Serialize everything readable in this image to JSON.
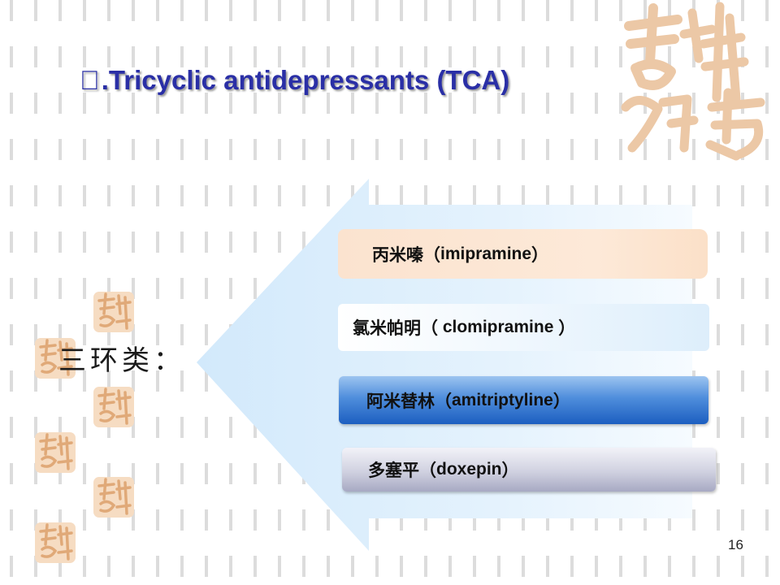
{
  "slide": {
    "title_marker": "",
    "title": ".Tricyclic antidepressants (TCA)",
    "category_label": "三环类：",
    "page_number": "16"
  },
  "drugs": [
    {
      "cn": "丙米嗪（",
      "en": "imipramine",
      "close": "）"
    },
    {
      "cn": "氯米帕明（",
      "en": " clomipramine ",
      "close": "）"
    },
    {
      "cn": "阿米替林（",
      "en": "amitriptyline",
      "close": "）"
    },
    {
      "cn": "多塞平（",
      "en": "doxepin",
      "close": "）"
    }
  ],
  "colors": {
    "title": "#2a2fa6",
    "arrow": "#dceefb",
    "seal": "#e9b98e",
    "dash": "#d9d9d9"
  },
  "icons": {
    "seal": "auspicious-seal-icon",
    "calligraphy": "calligraphy-watermark-icon"
  }
}
